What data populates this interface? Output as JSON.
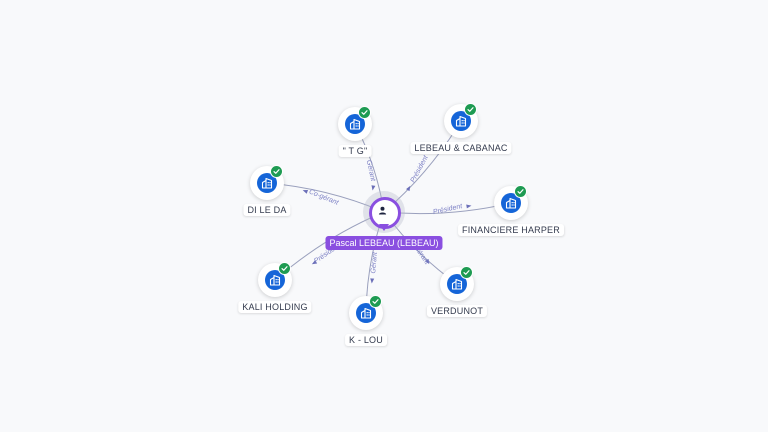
{
  "center": {
    "name": "Pascal LEBEAU (LEBEAU)",
    "icon": "person-icon",
    "accent": "#8a4fe0"
  },
  "companies": [
    {
      "id": "tg",
      "name": "\" T G\"",
      "relation": "Gérant"
    },
    {
      "id": "lebeau-cabanac",
      "name": "LEBEAU & CABANAC",
      "relation": "Président"
    },
    {
      "id": "di-le-da",
      "name": "DI LE DA",
      "relation": "Co-gérant"
    },
    {
      "id": "financiere-harper",
      "name": "FINANCIERE HARPER",
      "relation": "Président"
    },
    {
      "id": "kali-holding",
      "name": "KALI HOLDING",
      "relation": "Président"
    },
    {
      "id": "verdunot",
      "name": "VERDUNOT",
      "relation": "Gérant"
    },
    {
      "id": "k-lou",
      "name": "K - LOU",
      "relation": "Gérant"
    }
  ],
  "company_icon": "building-icon",
  "status_icon": "check-icon",
  "colors": {
    "company": "#1565d8",
    "status": "#1e9b52",
    "edge": "#9aa0bd",
    "edge_label": "#7b7fc4"
  }
}
